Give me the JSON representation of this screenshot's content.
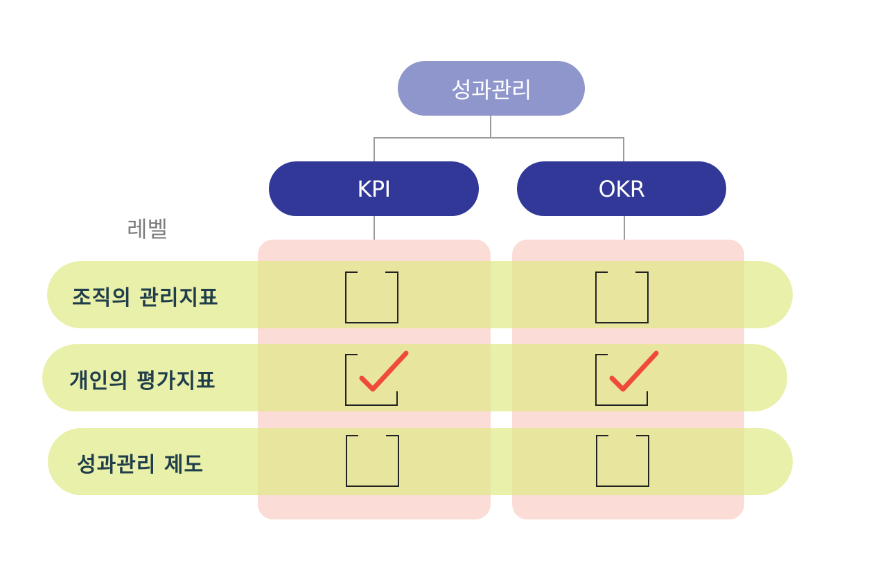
{
  "root": {
    "label": "성과관리"
  },
  "methods": [
    {
      "label": "KPI"
    },
    {
      "label": "OKR"
    }
  ],
  "level_title": "레벨",
  "levels": [
    {
      "label": "조직의 관리지표",
      "kpi_checked": false,
      "okr_checked": false
    },
    {
      "label": "개인의 평가지표",
      "kpi_checked": true,
      "okr_checked": true
    },
    {
      "label": "성과관리 제도",
      "kpi_checked": false,
      "okr_checked": false
    }
  ],
  "colors": {
    "root_node": "#8f96cc",
    "method_node": "#313897",
    "column_band": "#fbdcd6",
    "row_band": "#e1ea88",
    "check_mark": "#ef4a3c",
    "row_label_text": "#1f3d4a"
  }
}
